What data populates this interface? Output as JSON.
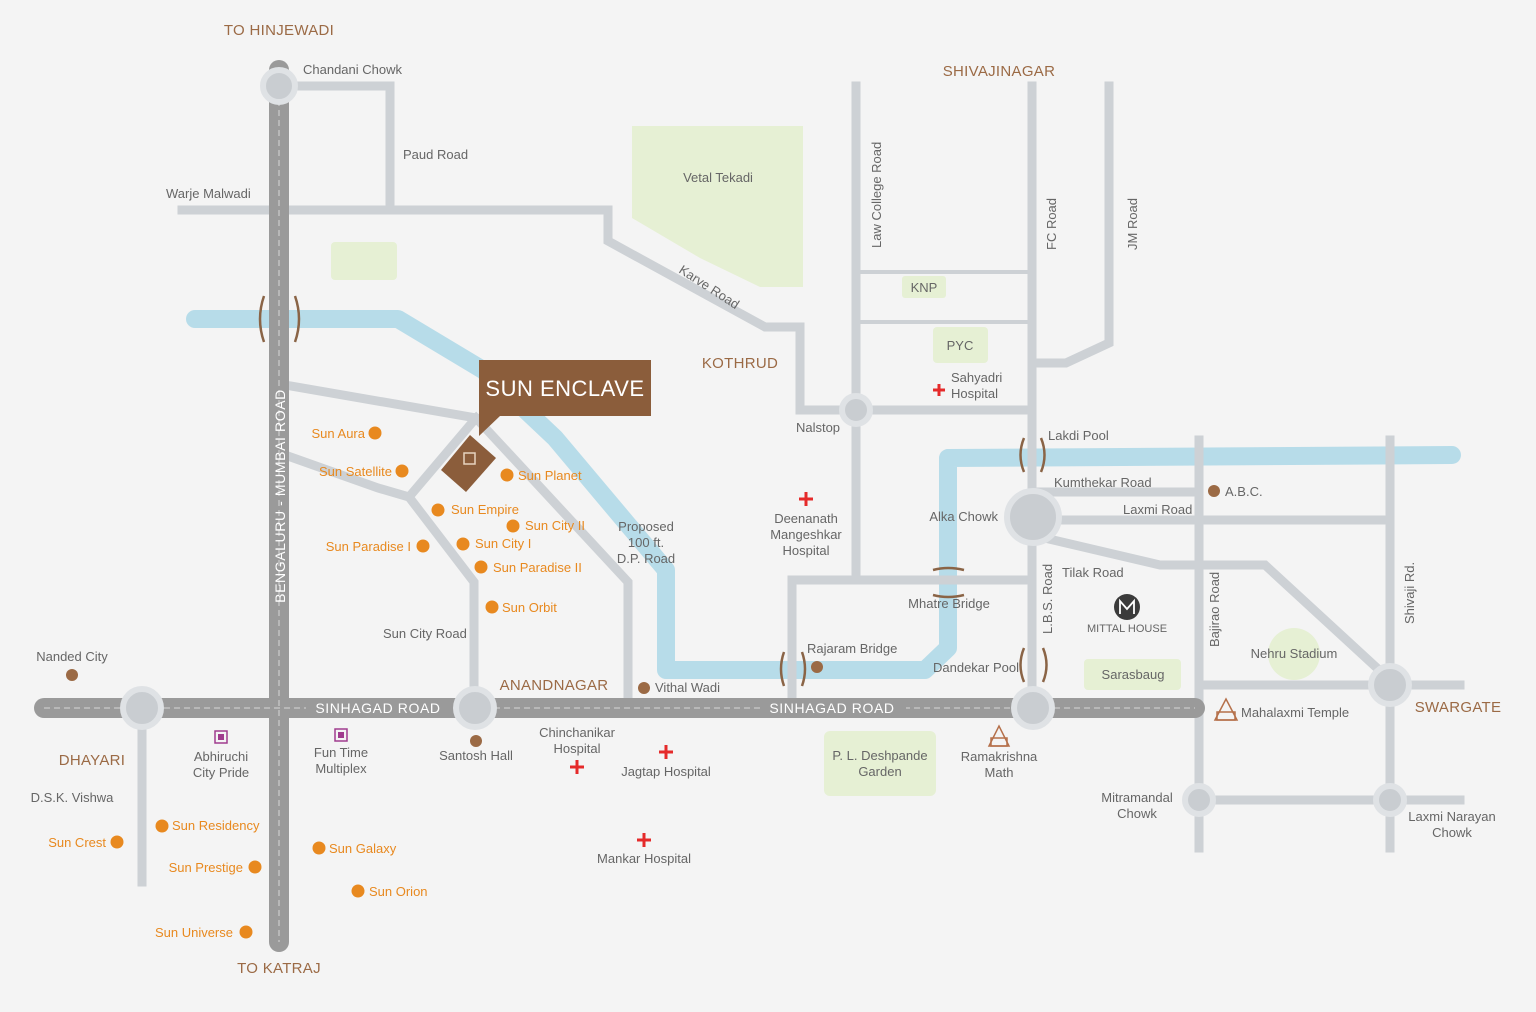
{
  "colors": {
    "background": "#f4f4f4",
    "road": "#cdd1d5",
    "highway": "#9a9a9a",
    "river": "#b7dce9",
    "greenery": "#e6f0d4",
    "project_marker": "#e8891f",
    "landmark_marker": "#9b6a45",
    "hospital_cross": "#e52a2a",
    "highlight_box": "#8b5d3b"
  },
  "highlight": {
    "name": "SUN ENCLAVE"
  },
  "directions": {
    "hinjewadi": "TO HINJEWADI",
    "katraj": "TO KATRAJ",
    "shivajinagar": "SHIVAJINAGAR",
    "kothrud": "KOTHRUD",
    "anandnagar": "ANANDNAGAR",
    "dhayari": "DHAYARI",
    "swargate": "SWARGATE"
  },
  "roads": {
    "bengaluru_mumbai": "BENGALURU - MUMBAI ROAD",
    "sinhagad_1": "SINHAGAD ROAD",
    "sinhagad_2": "SINHAGAD ROAD",
    "paud": "Paud Road",
    "karve": "Karve Road",
    "law_college": "Law College Road",
    "fc": "FC Road",
    "jm": "JM Road",
    "sun_city": "Sun City Road",
    "dp_road": [
      "Proposed",
      "100 ft.",
      "D.P. Road"
    ],
    "kumthekar": "Kumthekar Road",
    "laxmi": "Laxmi Road",
    "tilak": "Tilak Road",
    "lbs": "L.B.S. Road",
    "bajirao": "Bajirao Road",
    "shivaji": "Shivaji Rd."
  },
  "places": {
    "chandani_chowk": "Chandani Chowk",
    "warje_malwadi": "Warje Malwadi",
    "vetal_tekadi": "Vetal Tekadi",
    "knp": "KNP",
    "pyc": "PYC",
    "sahyadri_hospital": [
      "Sahyadri",
      "Hospital"
    ],
    "nalstop": "Nalstop",
    "lakdi_pool": "Lakdi Pool",
    "abc": "A.B.C.",
    "alka_chowk": "Alka Chowk",
    "deenanath_hospital": [
      "Deenanath",
      "Mangeshkar",
      "Hospital"
    ],
    "mhatre_bridge": "Mhatre Bridge",
    "mittal_house": "MITTAL HOUSE",
    "sarasbaug": "Sarasbaug",
    "nehru_stadium": "Nehru Stadium",
    "rajaram_bridge": "Rajaram Bridge",
    "dandekar_pool": "Dandekar Pool",
    "vithal_wadi": "Vithal Wadi",
    "nanded_city": "Nanded City",
    "abhiruchi": [
      "Abhiruchi",
      "City Pride"
    ],
    "fun_time": [
      "Fun Time",
      "Multiplex"
    ],
    "santosh_hall": "Santosh Hall",
    "chinchanikar_hospital": [
      "Chinchanikar",
      "Hospital"
    ],
    "jagtap_hospital": "Jagtap Hospital",
    "mankar_hospital": "Mankar Hospital",
    "pl_deshpande": [
      "P. L. Deshpande",
      "Garden"
    ],
    "ramakrishna_math": [
      "Ramakrishna",
      "Math"
    ],
    "mahalaxmi_temple": "Mahalaxmi Temple",
    "mitramandal_chowk": [
      "Mitramandal",
      "Chowk"
    ],
    "laxmi_narayan_chowk": [
      "Laxmi Narayan",
      "Chowk"
    ],
    "dsk_vishwa": "D.S.K. Vishwa"
  },
  "projects": {
    "sun_aura": "Sun Aura",
    "sun_satellite": "Sun Satellite",
    "sun_planet": "Sun Planet",
    "sun_empire": "Sun Empire",
    "sun_city_ii": "Sun City II",
    "sun_city_i": "Sun City I",
    "sun_paradise_i": "Sun Paradise I",
    "sun_paradise_ii": "Sun Paradise II",
    "sun_orbit": "Sun Orbit",
    "sun_residency": "Sun Residency",
    "sun_crest": "Sun Crest",
    "sun_prestige": "Sun Prestige",
    "sun_universe": "Sun Universe",
    "sun_galaxy": "Sun Galaxy",
    "sun_orion": "Sun Orion"
  }
}
